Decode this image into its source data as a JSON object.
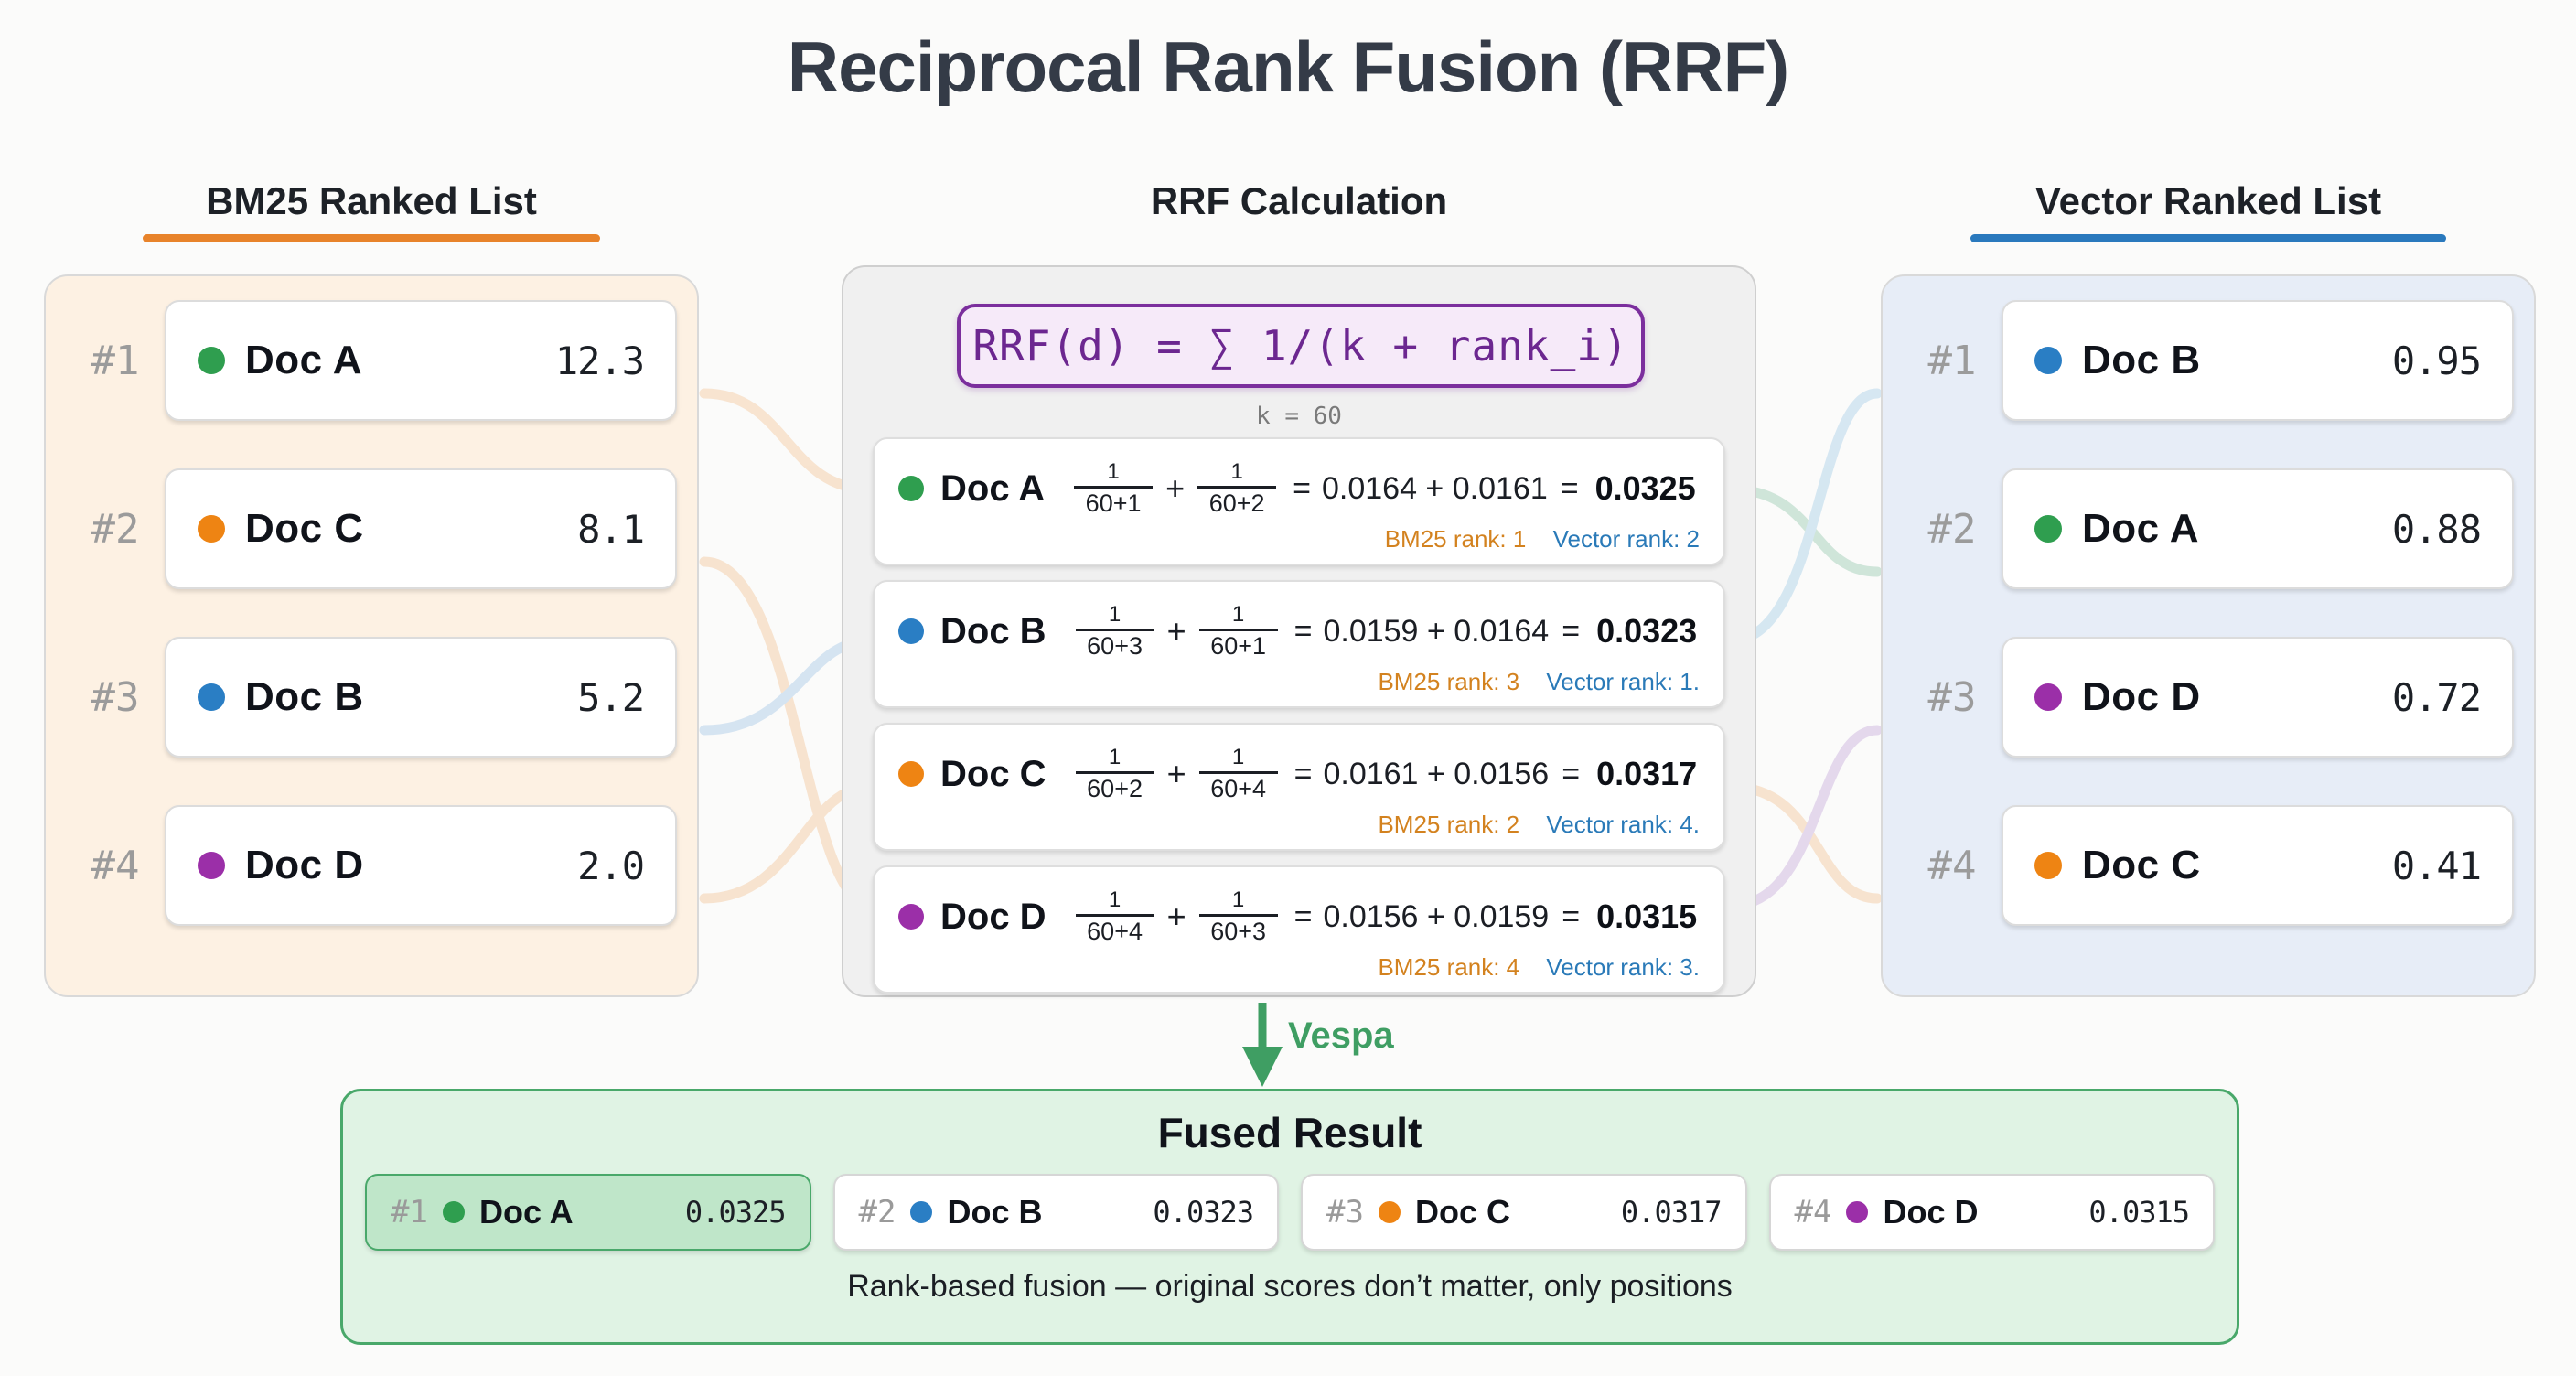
{
  "title": "Reciprocal Rank Fusion (RRF)",
  "colors": {
    "docA": "#2f9e4f",
    "docB": "#2a7ec4",
    "docC": "#ee8413",
    "docD": "#9b2fa8",
    "bm25_accent": "#e8832a",
    "vector_accent": "#2a79bd",
    "formula_accent": "#6c2790",
    "fused_accent": "#49a86a",
    "vespa_green": "#3f9e63"
  },
  "bm25": {
    "heading": "BM25 Ranked List",
    "rows": [
      {
        "rank": "#1",
        "doc": "Doc A",
        "score": "12.3",
        "color": "#2f9e4f"
      },
      {
        "rank": "#2",
        "doc": "Doc C",
        "score": "8.1",
        "color": "#ee8413"
      },
      {
        "rank": "#3",
        "doc": "Doc B",
        "score": "5.2",
        "color": "#2a7ec4"
      },
      {
        "rank": "#4",
        "doc": "Doc D",
        "score": "2.0",
        "color": "#9b2fa8"
      }
    ]
  },
  "vector": {
    "heading": "Vector Ranked List",
    "rows": [
      {
        "rank": "#1",
        "doc": "Doc B",
        "score": "0.95",
        "color": "#2a7ec4"
      },
      {
        "rank": "#2",
        "doc": "Doc A",
        "score": "0.88",
        "color": "#2f9e4f"
      },
      {
        "rank": "#3",
        "doc": "Doc D",
        "score": "0.72",
        "color": "#9b2fa8"
      },
      {
        "rank": "#4",
        "doc": "Doc C",
        "score": "0.41",
        "color": "#ee8413"
      }
    ]
  },
  "rrf": {
    "heading": "RRF Calculation",
    "formula": "RRF(d) = ∑ 1/(k + rank_i)",
    "k_note": "k = 60",
    "rows": [
      {
        "doc": "Doc A",
        "color": "#2f9e4f",
        "frac1_num": "1",
        "frac1_den": "60+1",
        "frac2_num": "1",
        "frac2_den": "60+2",
        "term1": "0.0164",
        "term2": "0.0161",
        "total": "0.0325",
        "bm25_rank": "BM25 rank: 1",
        "vector_rank": "Vector rank: 2"
      },
      {
        "doc": "Doc B",
        "color": "#2a7ec4",
        "frac1_num": "1",
        "frac1_den": "60+3",
        "frac2_num": "1",
        "frac2_den": "60+1",
        "term1": "0.0159",
        "term2": "0.0164",
        "total": "0.0323",
        "bm25_rank": "BM25 rank: 3",
        "vector_rank": "Vector rank: 1."
      },
      {
        "doc": "Doc C",
        "color": "#ee8413",
        "frac1_num": "1",
        "frac1_den": "60+2",
        "frac2_num": "1",
        "frac2_den": "60+4",
        "term1": "0.0161",
        "term2": "0.0156",
        "total": "0.0317",
        "bm25_rank": "BM25 rank: 2",
        "vector_rank": "Vector rank: 4."
      },
      {
        "doc": "Doc D",
        "color": "#9b2fa8",
        "frac1_num": "1",
        "frac1_den": "60+4",
        "frac2_num": "1",
        "frac2_den": "60+3",
        "term1": "0.0156",
        "term2": "0.0159",
        "total": "0.0315",
        "bm25_rank": "BM25 rank: 4",
        "vector_rank": "Vector rank: 3."
      }
    ]
  },
  "flow": {
    "vespa_label": "Vespa"
  },
  "fused": {
    "title": "Fused Result",
    "caption": "Rank-based fusion — original scores don’t matter, only positions",
    "chips": [
      {
        "rank": "#1",
        "doc": "Doc A",
        "score": "0.0325",
        "color": "#2f9e4f",
        "highlight": true
      },
      {
        "rank": "#2",
        "doc": "Doc B",
        "score": "0.0323",
        "color": "#2a7ec4",
        "highlight": false
      },
      {
        "rank": "#3",
        "doc": "Doc C",
        "score": "0.0317",
        "color": "#ee8413",
        "highlight": false
      },
      {
        "rank": "#4",
        "doc": "Doc D",
        "score": "0.0315",
        "color": "#9b2fa8",
        "highlight": false
      }
    ]
  }
}
